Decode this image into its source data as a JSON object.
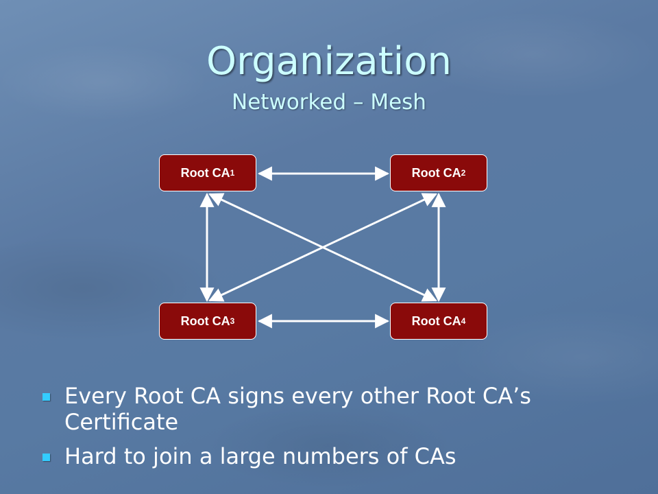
{
  "slide": {
    "title": "Organization",
    "subtitle": "Networked – Mesh"
  },
  "diagram": {
    "nodes": [
      {
        "id": "ca1",
        "label": "Root CA",
        "sub": "1"
      },
      {
        "id": "ca2",
        "label": "Root CA",
        "sub": "2"
      },
      {
        "id": "ca3",
        "label": "Root CA",
        "sub": "3"
      },
      {
        "id": "ca4",
        "label": "Root CA",
        "sub": "4"
      }
    ],
    "edges": [
      {
        "from": "ca1",
        "to": "ca2",
        "direction": "both"
      },
      {
        "from": "ca3",
        "to": "ca4",
        "direction": "both"
      },
      {
        "from": "ca1",
        "to": "ca3",
        "direction": "both"
      },
      {
        "from": "ca2",
        "to": "ca4",
        "direction": "both"
      },
      {
        "from": "ca1",
        "to": "ca4",
        "direction": "both"
      },
      {
        "from": "ca2",
        "to": "ca3",
        "direction": "both"
      }
    ]
  },
  "bullets": [
    "Every Root CA signs every other Root CA’s Certificate",
    "Hard to join a large numbers of CAs"
  ],
  "colors": {
    "title": "#ccffff",
    "node_fill": "#8a0a0a",
    "bullet": "#33ccff"
  }
}
